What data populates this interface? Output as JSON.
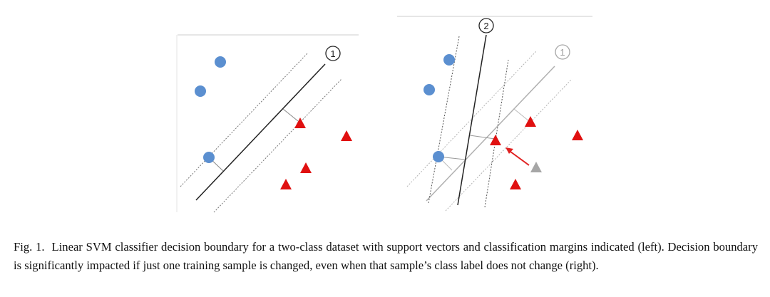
{
  "figure": {
    "left_panel": {
      "boundary_label": "1"
    },
    "right_panel": {
      "old_boundary_label": "1",
      "new_boundary_label": "2"
    },
    "colors": {
      "class_a_circle": "#5b8fd0",
      "class_b_triangle": "#e01010",
      "changed_sample": "#a6a6a6",
      "boundary": "#222222",
      "old_boundary": "#b0b0b0",
      "arrow": "#e02020"
    }
  },
  "caption": {
    "label": "Fig. 1.",
    "text": "Linear SVM classifier decision boundary for a two-class dataset with support vectors and classification margins indicated (left). Decision boundary is significantly impacted if just one training sample is changed, even when that sample’s class label does not change (right)."
  }
}
